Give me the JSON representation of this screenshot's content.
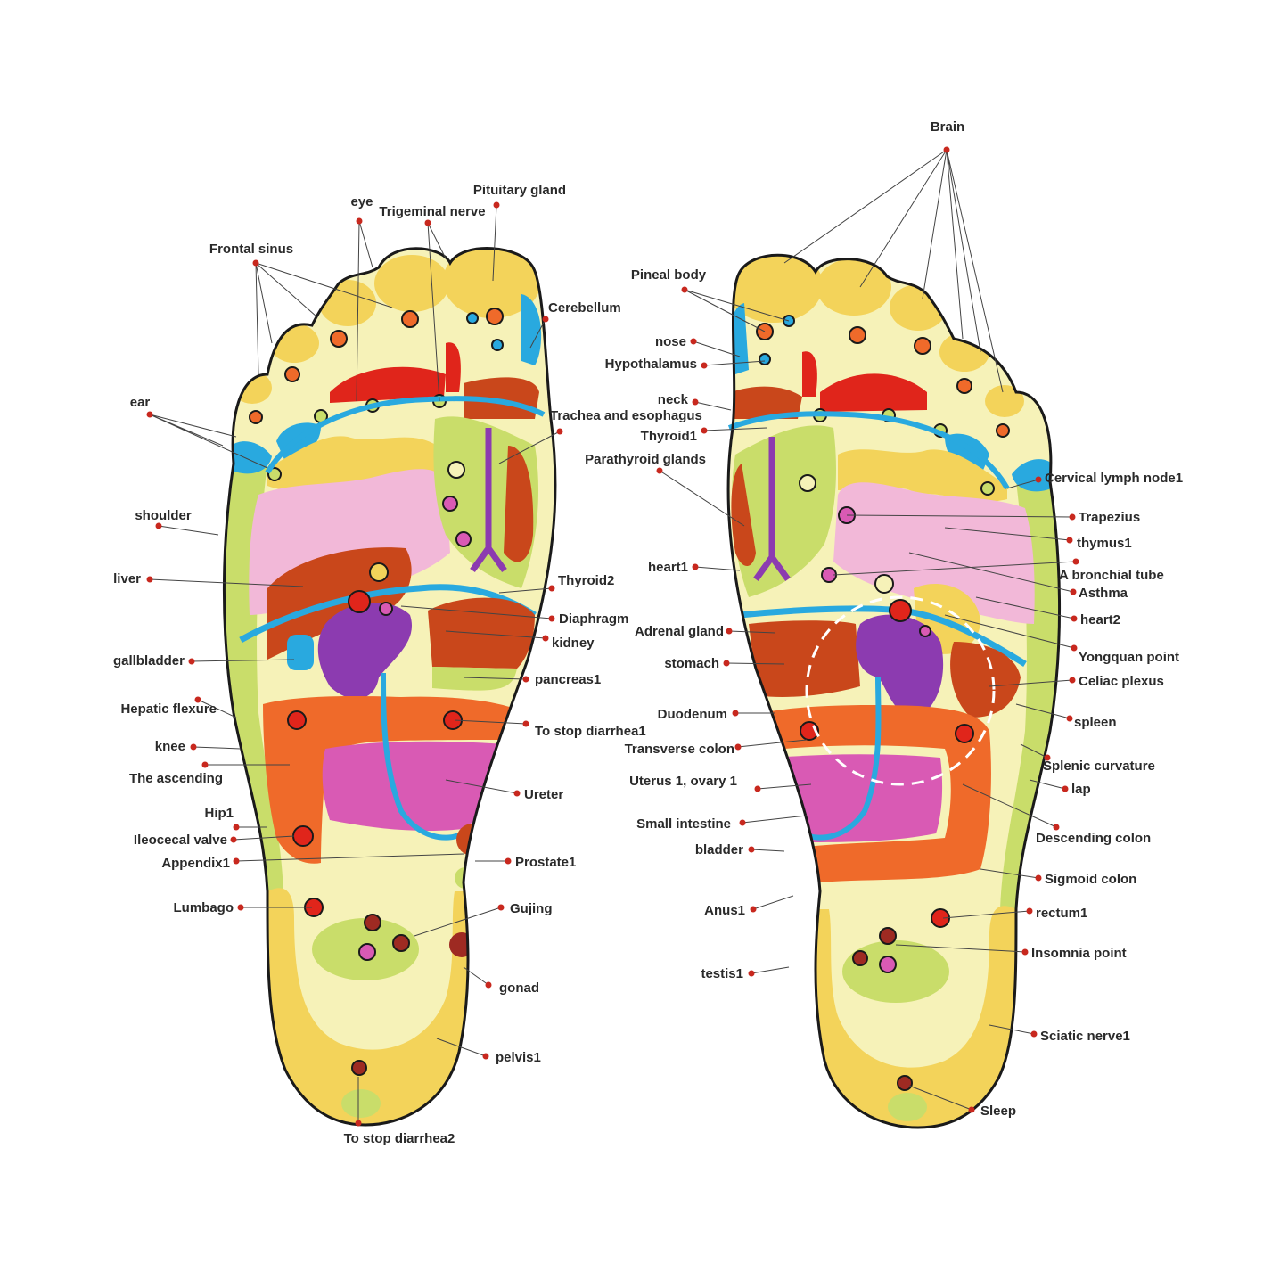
{
  "colors": {
    "outline": "#1a1a1a",
    "yellow_light": "#f6f2b8",
    "yellow": "#f3d35a",
    "green": "#c9dd6a",
    "pink": "#f2b8d8",
    "magenta": "#d95ab4",
    "orange": "#ef6a2a",
    "red": "#e0251b",
    "rust": "#c9471b",
    "purple": "#8c3bb0",
    "blue": "#29a9df",
    "cyan": "#3fb6e5",
    "maroon": "#9e2a22",
    "leader_dot": "#c8281e"
  },
  "labels": {
    "left_foot": {
      "frontal_sinus": "Frontal sinus",
      "eye": "eye",
      "trigeminal_nerve": "Trigeminal nerve",
      "pituitary_gland": "Pituitary gland",
      "cerebellum": "Cerebellum",
      "ear": "ear",
      "trachea": "Trachea and esophagus",
      "shoulder": "shoulder",
      "liver": "liver",
      "thyroid2": "Thyroid2",
      "diaphragm": "Diaphragm",
      "kidney": "kidney",
      "gallbladder": "gallbladder",
      "pancreas1": "pancreas1",
      "hepatic_flexure": "Hepatic flexure",
      "stop_diarrhea1": "To stop diarrhea1",
      "knee": "knee",
      "ascending": "The ascending",
      "ureter": "Ureter",
      "hip1": "Hip1",
      "ileocecal_valve": "Ileocecal valve",
      "appendix1": "Appendix1",
      "prostate1": "Prostate1",
      "lumbago": "Lumbago",
      "gujing": "Gujing",
      "gonad": "gonad",
      "pelvis1": "pelvis1",
      "stop_diarrhea2": "To stop diarrhea2"
    },
    "right_foot": {
      "brain": "Brain",
      "pineal_body": "Pineal body",
      "nose": "nose",
      "hypothalamus": "Hypothalamus",
      "neck": "neck",
      "thyroid1": "Thyroid1",
      "parathyroid": "Parathyroid glands",
      "cervical_lymph": "Cervical lymph node1",
      "trapezius": "Trapezius",
      "thymus1": "thymus1",
      "heart1": "heart1",
      "bronchial_tube": "A bronchial tube",
      "asthma": "Asthma",
      "heart2": "heart2",
      "adrenal_gland": "Adrenal gland",
      "yongquan": "Yongquan point",
      "stomach": "stomach",
      "celiac_plexus": "Celiac plexus",
      "duodenum": "Duodenum",
      "spleen": "spleen",
      "transverse_colon": "Transverse colon",
      "splenic_curvature": "Splenic curvature",
      "uterus_ovary": "Uterus 1, ovary 1",
      "lap": "lap",
      "small_intestine": "Small intestine",
      "descending_colon": "Descending colon",
      "bladder": "bladder",
      "sigmoid_colon": "Sigmoid colon",
      "anus1": "Anus1",
      "rectum1": "rectum1",
      "insomnia": "Insomnia point",
      "testis1": "testis1",
      "sciatic_nerve1": "Sciatic nerve1",
      "sleep": "Sleep"
    }
  }
}
